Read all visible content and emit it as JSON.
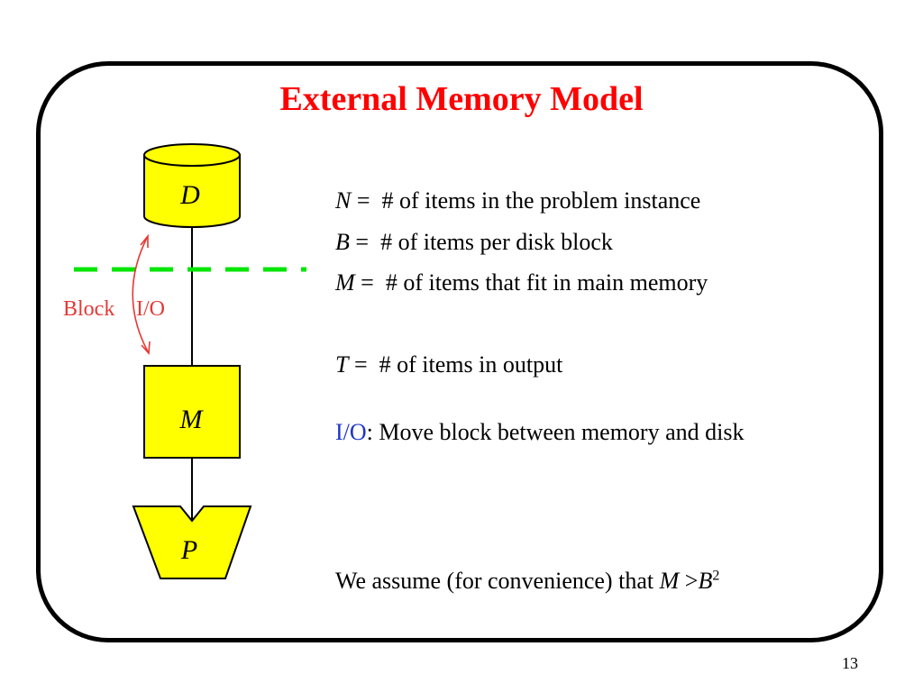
{
  "title": "External Memory Model",
  "diagram": {
    "disk_label": "D",
    "memory_label": "M",
    "processor_label": "P",
    "block_io_label_1": "Block",
    "block_io_label_2": "I/O"
  },
  "definitions": [
    {
      "symbol": "N",
      "sep": "=",
      "text": "# of items in the problem instance"
    },
    {
      "symbol": "B",
      "sep": "=",
      "text": "# of items per disk block"
    },
    {
      "symbol": "M",
      "sep": "=",
      "text": "# of items that fit in main memory"
    },
    {
      "symbol": "T",
      "sep": "=",
      "text": "# of items in output"
    }
  ],
  "io_definition": {
    "term": "I/O",
    "text": ": Move block between memory and disk"
  },
  "assumption": {
    "prefix": "We assume (for convenience) that ",
    "lhs": "M",
    "op": " >",
    "rhs": "B",
    "exponent": "2"
  },
  "page_number": "13",
  "colors": {
    "title": "#ff0000",
    "shape_fill": "#ffff00",
    "dash_line": "#00e600",
    "io_arrow": "#e53935",
    "io_term": "#1f35c8"
  }
}
